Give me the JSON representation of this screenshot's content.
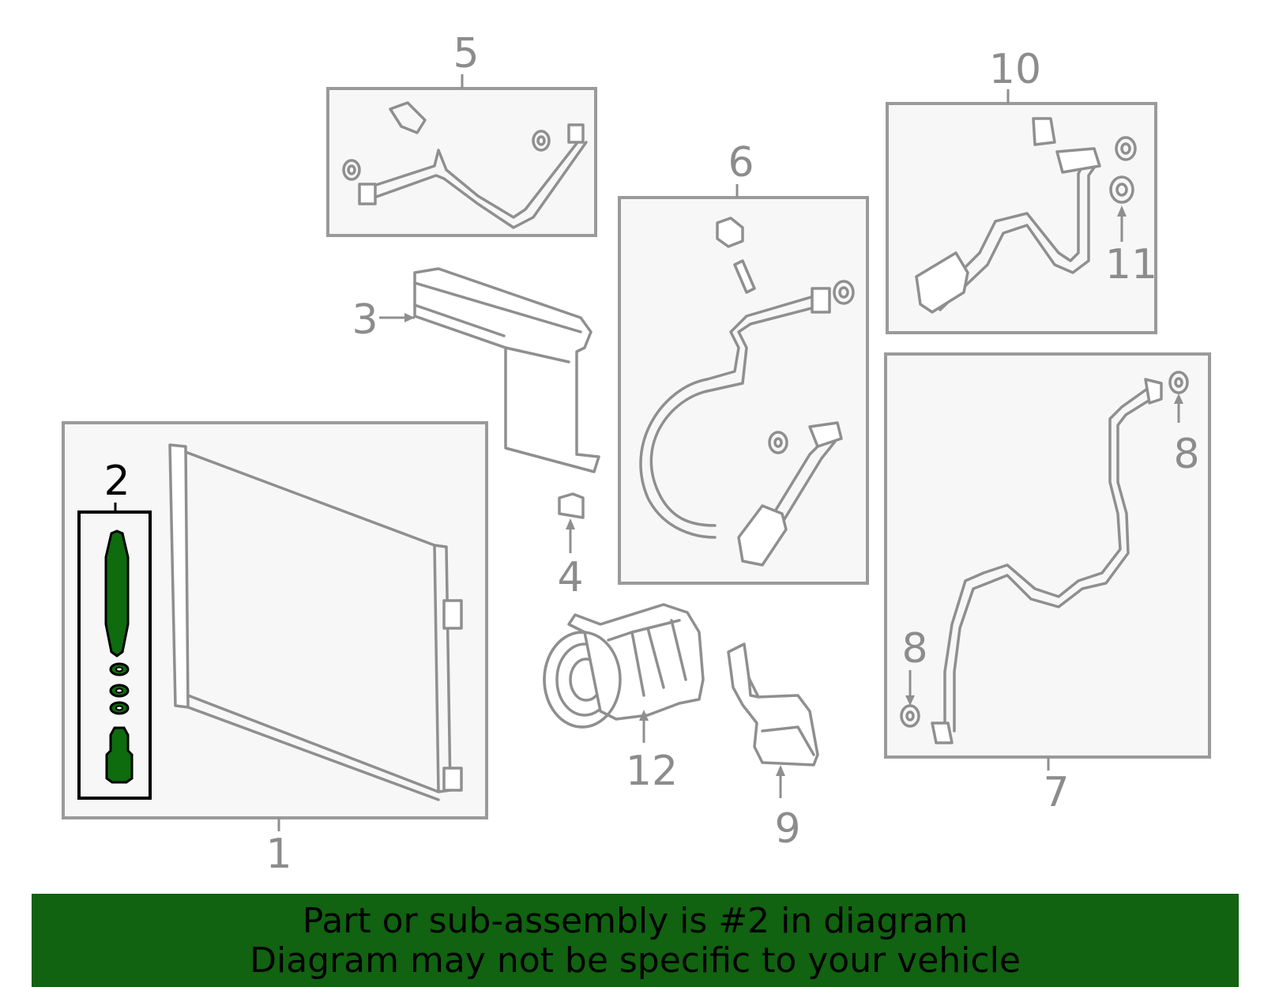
{
  "callouts": {
    "c1": "1",
    "c2": "2",
    "c3": "3",
    "c4": "4",
    "c5": "5",
    "c6": "6",
    "c7": "7",
    "c8a": "8",
    "c8b": "8",
    "c9": "9",
    "c10": "10",
    "c11": "11",
    "c12": "12"
  },
  "highlighted_part": "2",
  "colors": {
    "highlight": "#0e6b0e",
    "banner": "#116211",
    "line": "#8f8f8f"
  },
  "banner": {
    "line1": "Part or sub-assembly is #2 in diagram",
    "line2": "Diagram may not be specific to your vehicle"
  }
}
